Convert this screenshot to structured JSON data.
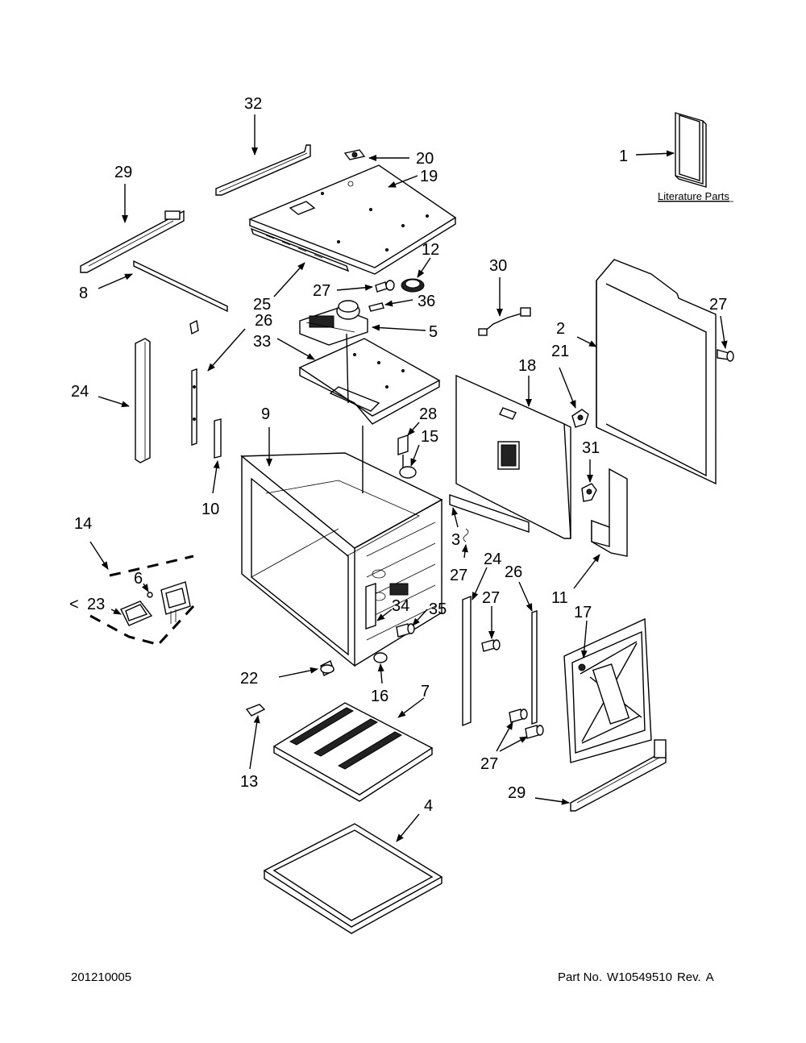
{
  "literature_parts_label": "Literature Parts",
  "callouts": {
    "c1": "1",
    "c2": "2",
    "c3": "3",
    "c4": "4",
    "c5": "5",
    "c6": "6",
    "c7": "7",
    "c8": "8",
    "c9": "9",
    "c10": "10",
    "c11": "11",
    "c12": "12",
    "c13": "13",
    "c14": "14",
    "c15": "15",
    "c16": "16",
    "c17": "17",
    "c18": "18",
    "c19": "19",
    "c20": "20",
    "c21": "21",
    "c22": "22",
    "c23": "23",
    "c24": "24",
    "c25": "25",
    "c26": "26",
    "c27": "27",
    "c28": "28",
    "c29": "29",
    "c30": "30",
    "c31": "31",
    "c32": "32",
    "c33": "33",
    "c34": "34",
    "c35": "35",
    "c36": "36"
  },
  "footer": {
    "doc_code": "201210005",
    "part_no_label": "Part No.",
    "part_no": "W10549510",
    "rev_label": "Rev.",
    "rev": "A"
  }
}
